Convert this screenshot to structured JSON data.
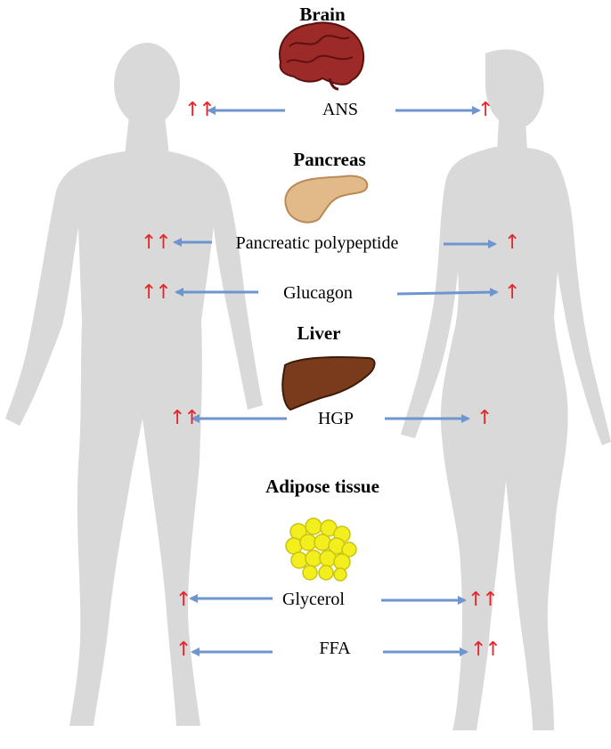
{
  "colors": {
    "silhouette": "#d9d9d9",
    "arrow": "#6f95cf",
    "increase": "#e8242a"
  },
  "icons": {
    "brain": "brain-icon",
    "pancreas": "pancreas-icon",
    "liver": "liver-icon",
    "adipose": "fat-cells-icon"
  },
  "headings": {
    "brain": "Brain",
    "pancreas": "Pancreas",
    "liver": "Liver",
    "adipose": "Adipose tissue"
  },
  "rows": [
    {
      "label": "ANS",
      "male": "↑↑",
      "female": "↑"
    },
    {
      "label": "Pancreatic polypeptide",
      "male": "↑↑",
      "female": "↑"
    },
    {
      "label": "Glucagon",
      "male": "↑↑",
      "female": "↑"
    },
    {
      "label": "HGP",
      "male": "↑↑",
      "female": "↑"
    },
    {
      "label": "Glycerol",
      "male": "↑",
      "female": "↑↑"
    },
    {
      "label": "FFA",
      "male": "↑",
      "female": "↑↑"
    }
  ]
}
